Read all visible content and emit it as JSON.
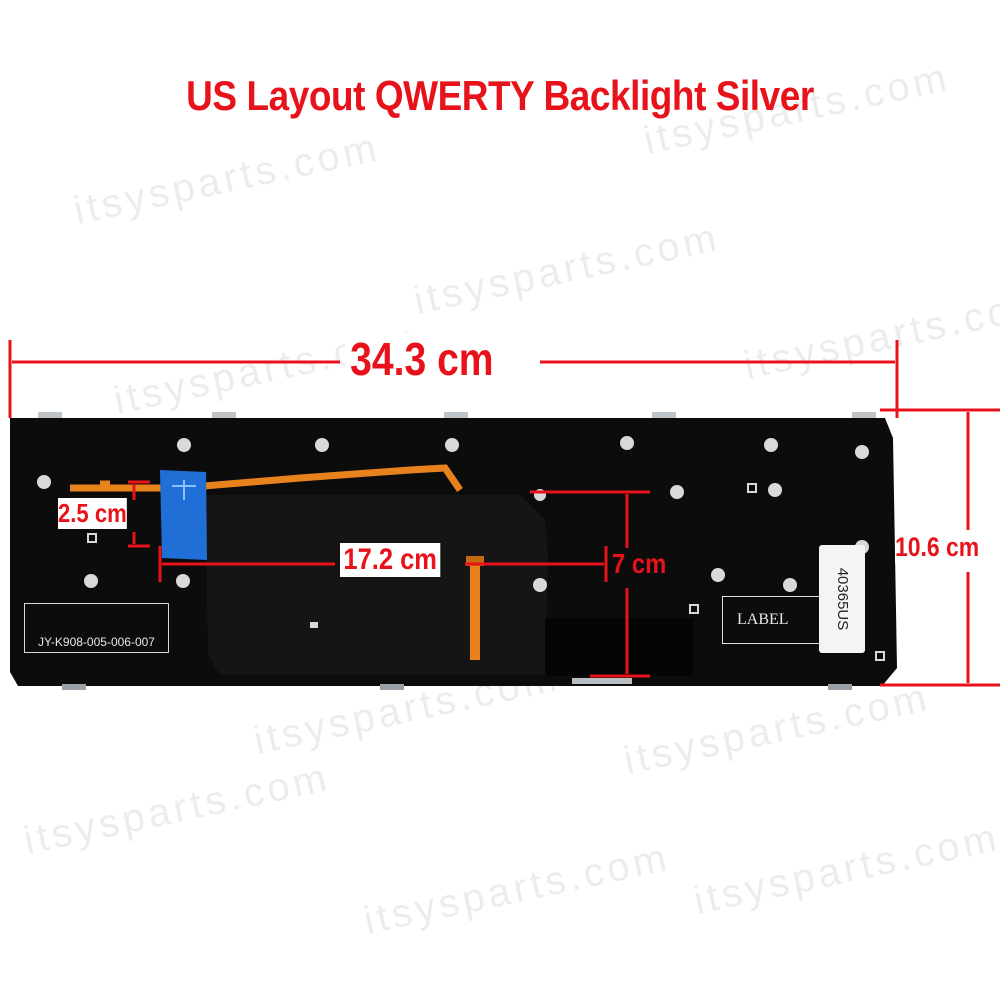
{
  "title": "US Layout QWERTY Backlight Silver",
  "dimensions": {
    "width": "34.3 cm",
    "height": "10.6 cm",
    "cable": "2.5 cm",
    "span": "17.2 cm",
    "depth": "7 cm"
  },
  "labels": {
    "part_number": "JY-K908-005-006-007",
    "white_label": "LABEL",
    "sku": "40365US"
  },
  "watermark": "itsysparts.com",
  "colors": {
    "accent": "#e8121b",
    "keyboard": "#0c0c0c",
    "ribbon": "#e8821c",
    "connector": "#1f6fd6"
  }
}
